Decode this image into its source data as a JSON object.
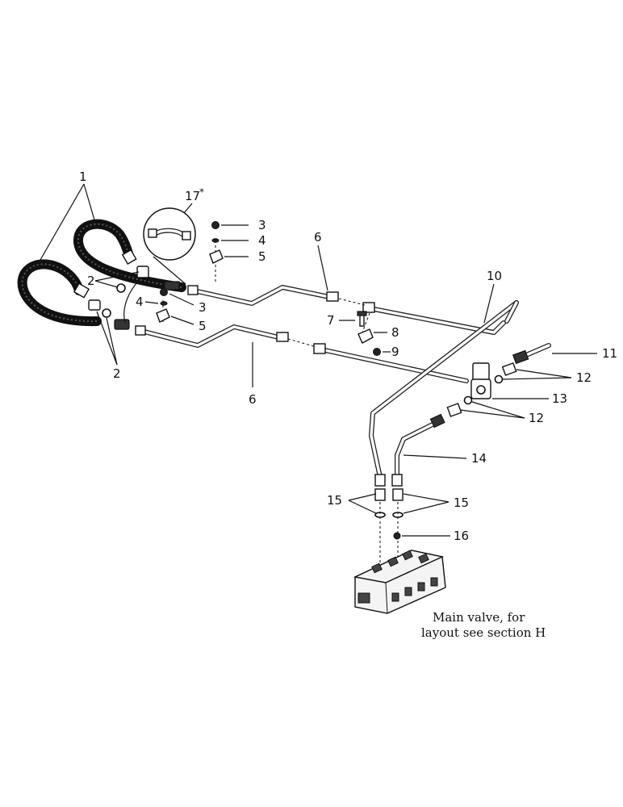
{
  "callouts": {
    "c1": "1",
    "c2a": "2",
    "c2b": "2",
    "c3a": "3",
    "c3b": "3",
    "c4a": "4",
    "c4b": "4",
    "c5a": "5",
    "c5b": "5",
    "c6a": "6",
    "c6b": "6",
    "c7": "7",
    "c8": "8",
    "c9": "9",
    "c10": "10",
    "c11": "11",
    "c12a": "12",
    "c12b": "12",
    "c13": "13",
    "c14": "14",
    "c15a": "15",
    "c15b": "15",
    "c16": "16",
    "c17": "17",
    "c17_star": "*"
  },
  "note": {
    "line1": "Main valve, for",
    "line2": "layout see section H"
  }
}
